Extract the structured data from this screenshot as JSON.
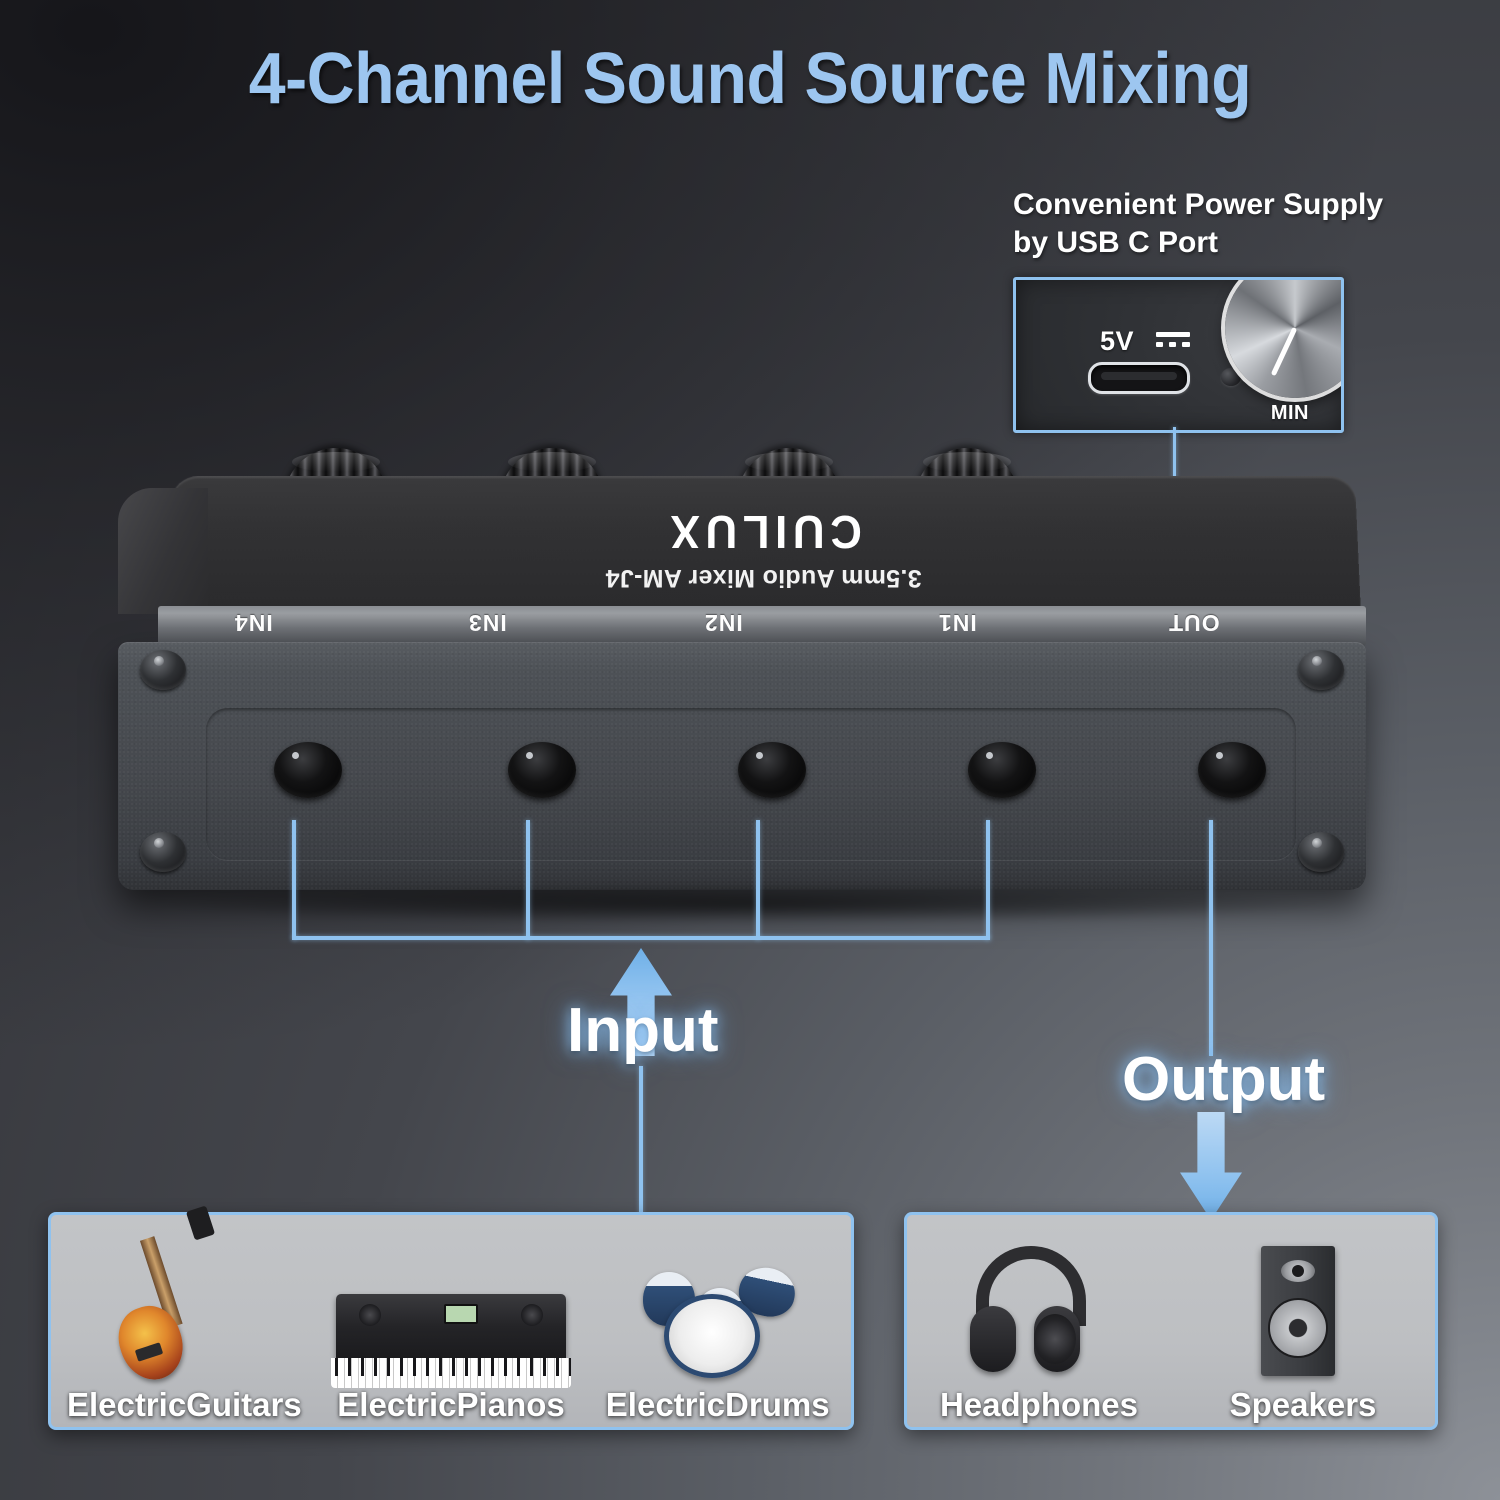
{
  "title": "4-Channel Sound Source Mixing",
  "power_callout": {
    "caption_line1": "Convenient Power Supply",
    "caption_line2": "by USB C Port",
    "voltage_label": "5V",
    "dc_symbol_name": "dc-power-symbol",
    "port_name": "usb-c-port",
    "knob_min_label": "MIN"
  },
  "device": {
    "brand": "CUILUX",
    "model": "3.5mm Audio Mixer AM-J4",
    "port_labels": [
      "IN4",
      "IN3",
      "IN2",
      "IN1",
      "OUT"
    ],
    "knob_count": 4,
    "jack_count": 5
  },
  "flow": {
    "input_label": "Input",
    "output_label": "Output"
  },
  "sources": {
    "input_items": [
      {
        "name": "ElectricGuitars",
        "icon": "electric-guitar-image"
      },
      {
        "name": "ElectricPianos",
        "icon": "electric-piano-image"
      },
      {
        "name": "ElectricDrums",
        "icon": "electric-drums-image"
      }
    ],
    "output_items": [
      {
        "name": "Headphones",
        "icon": "headphones-image"
      },
      {
        "name": "Speakers",
        "icon": "speaker-image"
      }
    ]
  },
  "colors": {
    "title_blue": "#9dc6f0",
    "accent_blue": "#8fc2ef",
    "device_face": "#45484d",
    "box_fill": "#bdbfc2",
    "label_white": "#ffffff"
  }
}
